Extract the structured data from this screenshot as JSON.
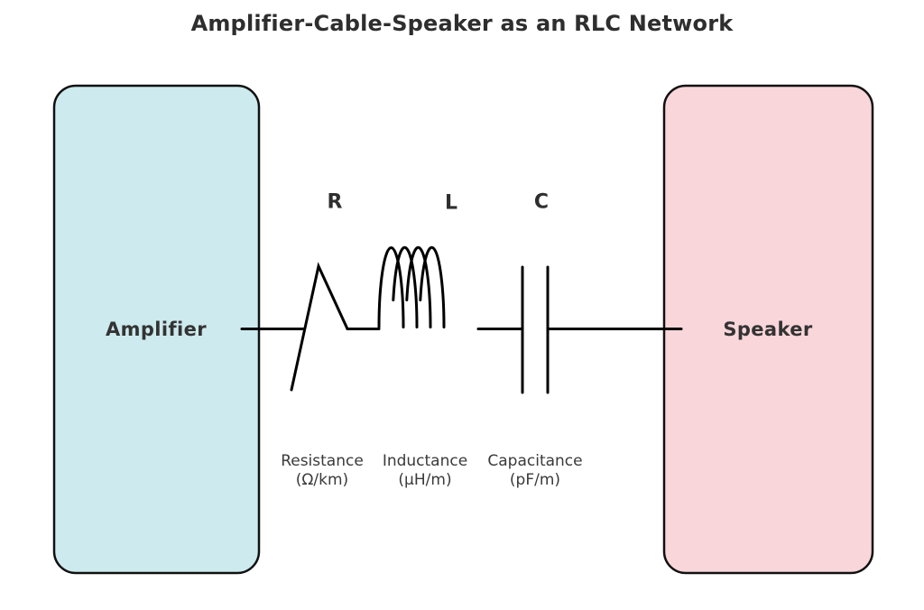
{
  "title": "Amplifier-Cable-Speaker as an RLC Network",
  "blocks": {
    "amplifier": {
      "label": "Amplifier",
      "fill": "#cdeaee"
    },
    "speaker": {
      "label": "Speaker",
      "fill": "#f9d6da"
    }
  },
  "components": {
    "resistor": {
      "symbol": "R",
      "caption": "Resistance",
      "unit": "(Ω/km)"
    },
    "inductor": {
      "symbol": "L",
      "caption": "Inductance",
      "unit": "(μH/m)"
    },
    "capacitor": {
      "symbol": "C",
      "caption": "Capacitance",
      "unit": "(pF/m)"
    }
  },
  "colors": {
    "background": "#ffffff",
    "wire": "#000000",
    "box_border": "#111111",
    "title_text": "#2e2e2e",
    "label_text": "#333333",
    "caption_text": "#3a3a3a"
  }
}
